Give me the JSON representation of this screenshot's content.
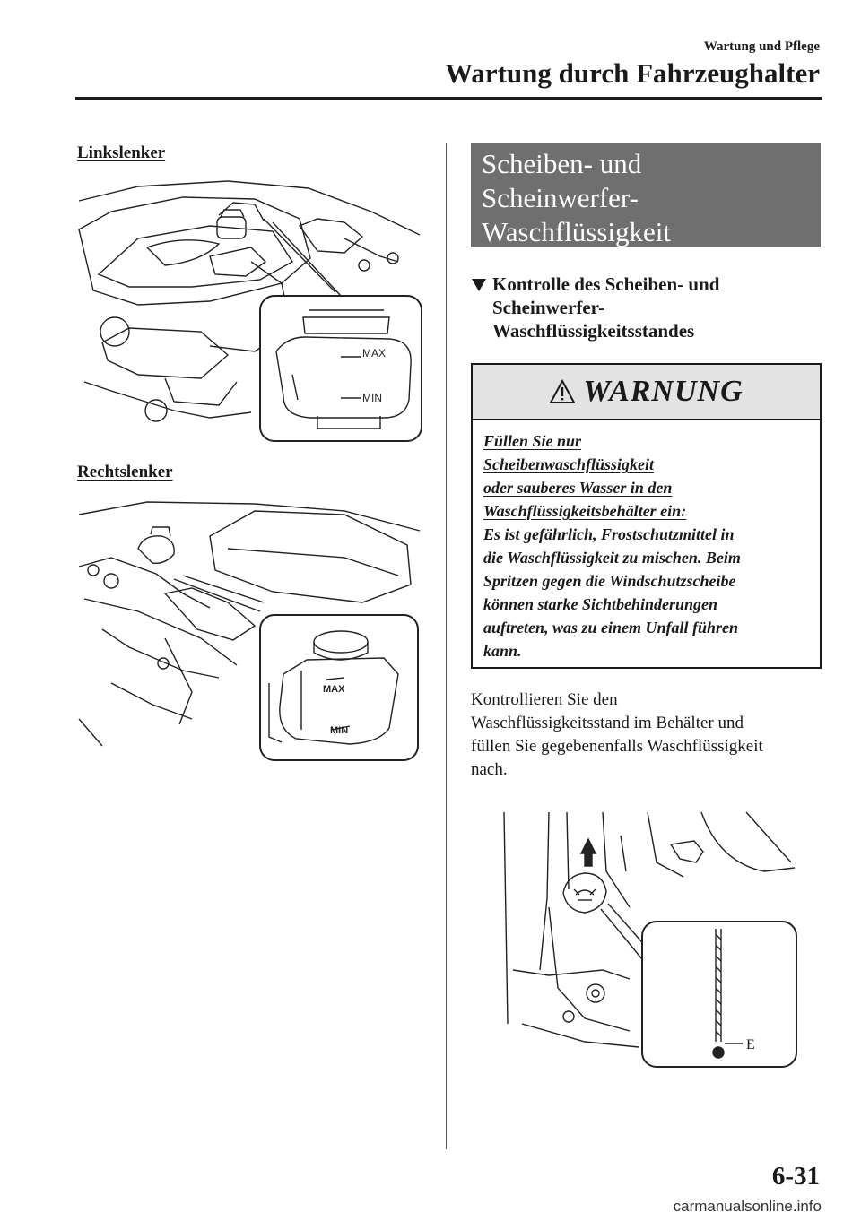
{
  "header": {
    "subtitle": "Wartung und Pflege",
    "title": "Wartung durch Fahrzeughalter"
  },
  "left": {
    "caption_lhd": "Linkslenker",
    "caption_rhd": "Rechtslenker",
    "fig1_labels": {
      "max": "MAX",
      "min": "MIN"
    },
    "fig2_labels": {
      "max": "MAX",
      "min": "MIN"
    }
  },
  "section": {
    "title_lines": [
      "Scheiben- und",
      "Scheinwerfer-",
      "Waschflüssigkeit"
    ]
  },
  "subheading": {
    "lines": [
      "Kontrolle des Scheiben- und",
      "Scheinwerfer-",
      "Waschflüssigkeitsstandes"
    ]
  },
  "warning": {
    "title": "WARNUNG",
    "underlined_lines": [
      "Füllen Sie nur",
      "Scheibenwaschflüssigkeit",
      "oder sauberes Wasser in den",
      "Waschflüssigkeitsbehälter ein:"
    ],
    "body_lines": [
      "Es ist gefährlich, Frostschutzmittel in",
      "die Waschflüssigkeit zu mischen. Beim",
      "Spritzen gegen die Windschutzscheibe",
      "können starke Sichtbehinderungen",
      "auftreten, was zu einem Unfall führen",
      "kann."
    ]
  },
  "body": {
    "lines": [
      "Kontrollieren Sie den",
      "Waschflüssigkeitsstand im Behälter und",
      "füllen Sie gegebenenfalls Waschflüssigkeit",
      "nach."
    ]
  },
  "fig3_labels": {
    "e": "E"
  },
  "footer": {
    "page_number": "6-31",
    "watermark": "carmanualsonline.info"
  }
}
